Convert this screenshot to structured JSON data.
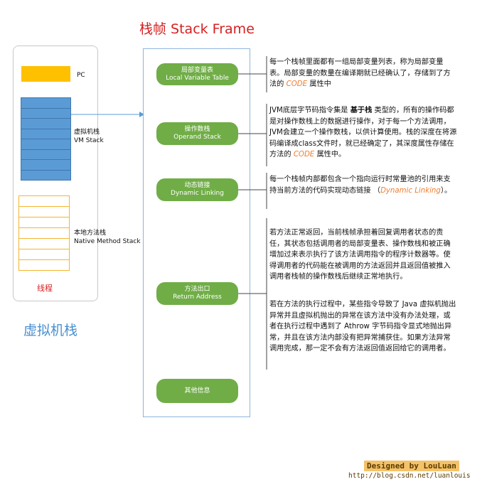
{
  "title": "栈帧  Stack Frame",
  "thread": {
    "pc_label": "PC",
    "vm_stack_label_1": "虚拟机栈",
    "vm_stack_label_2": "VM Stack",
    "native_stack_label_1": "本地方法栈",
    "native_stack_label_2": "Native Method Stack",
    "thread_label": "线程",
    "vm_stack_cells": 8,
    "native_stack_cells": 7
  },
  "vm_title": "虚拟机栈",
  "frame_items": [
    {
      "zh": "局部变量表",
      "en": "Local Variable Table",
      "color": "#70ad47"
    },
    {
      "zh": "操作数栈",
      "en": "Operand Stack",
      "color": "#70ad47"
    },
    {
      "zh": "动态链接",
      "en": "Dynamic Linking",
      "color": "#70ad47"
    },
    {
      "zh": "方法出口",
      "en": "Return Address",
      "color": "#70ad47"
    },
    {
      "zh": "其他信息",
      "en": "",
      "color": "#70ad47"
    }
  ],
  "descriptions": {
    "local_a": "每一个栈帧里面都有一组局部变量列表，称为局部变量表。局部变量的数量在编译期就已经确认了，存储到了方法的 ",
    "local_hl": "CODE",
    "local_b": " 属性中",
    "operand_a": "JVM底层字节码指令集是 ",
    "operand_bold": "基于栈",
    "operand_b": " 类型的，所有的操作码都是对操作数栈上的数据进行操作，对于每一个方法调用，JVM会建立一个操作数栈，以供计算使用。栈的深度在将源码编译成class文件时，就已经确定了，其深度属性存储在方法的 ",
    "operand_hl": "CODE",
    "operand_c": " 属性中。",
    "dynamic_a": "每一个栈帧内部都包含一个指向运行时常量池的引用来支持当前方法的代码实现动态链接 （",
    "dynamic_hl": "Dynamic Linking",
    "dynamic_b": "）。",
    "return_1": "若方法正常返回，当前栈帧承担着回复调用者状态的责任，其状态包括调用者的局部变量表、操作数栈和被正确增加过来表示执行了该方法调用指令的程序计数器等。使得调用者的代码能在被调用的方法返回并且返回值被推入调用者栈帧的操作数栈后继续正常地执行。",
    "return_2": "若在方法的执行过程中，某些指令导致了 Java 虚拟机抛出异常并且虚拟机抛出的异常在该方法中没有办法处理，或者在执行过程中遇到了 Athrow 字节码指令显式地抛出异常，并且在该方法内部没有把异常捕获住。如果方法异常调用完成，那一定不会有方法返回值返回给它的调用者。"
  },
  "footer": {
    "designed": "Designed by LouLuan",
    "url": "http://blog.csdn.net/luanlouis"
  }
}
